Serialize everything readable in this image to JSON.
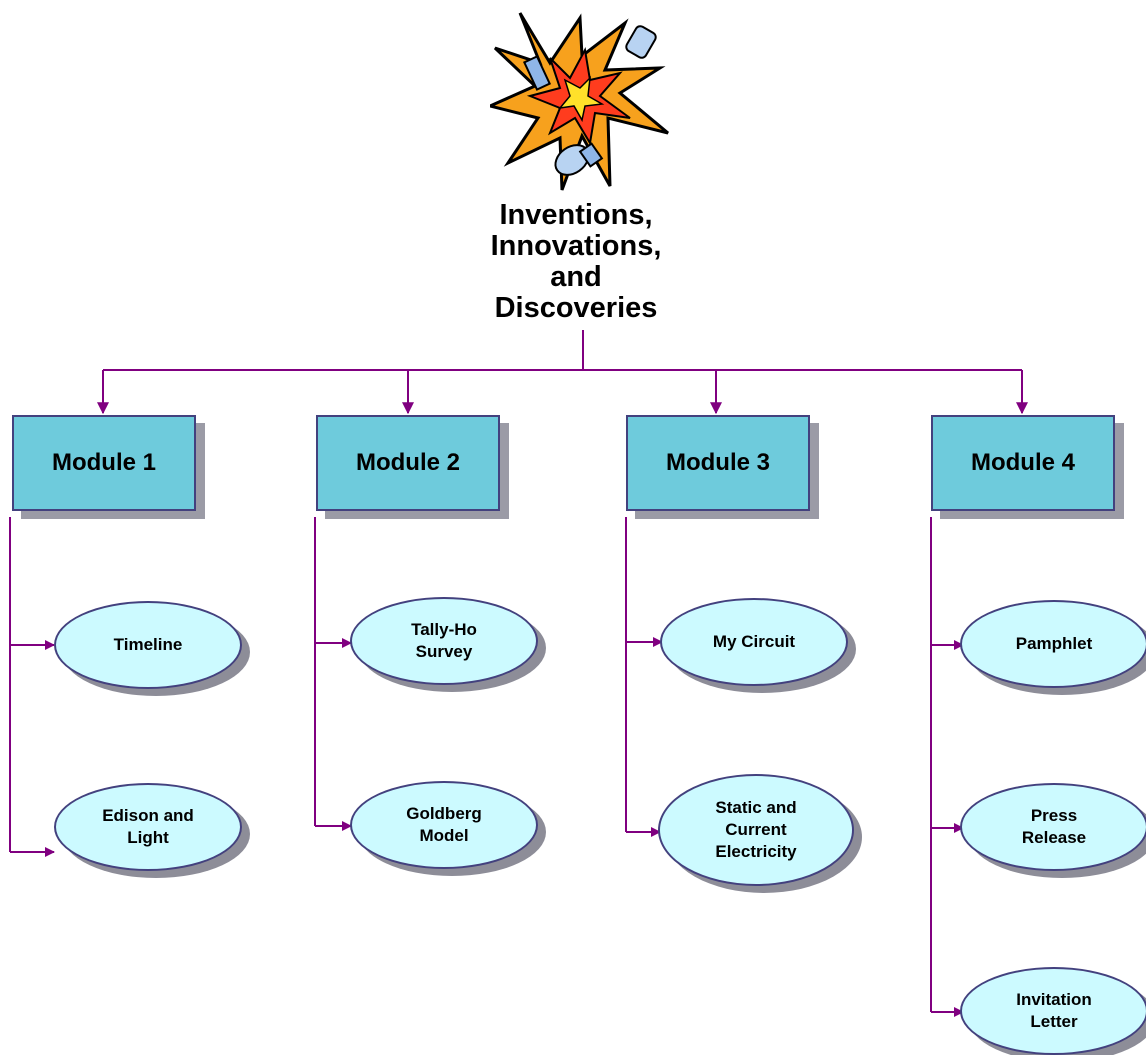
{
  "title": [
    "Inventions,",
    "Innovations,",
    "and",
    "Discoveries"
  ],
  "modules": [
    {
      "label": "Module 1",
      "items": [
        "Timeline",
        "Edison and\nLight"
      ]
    },
    {
      "label": "Module 2",
      "items": [
        "Tally-Ho\nSurvey",
        "Goldberg\nModel"
      ]
    },
    {
      "label": "Module 3",
      "items": [
        "My Circuit",
        "Static and\nCurrent\nElectricity"
      ]
    },
    {
      "label": "Module 4",
      "items": [
        "Pamphlet",
        "Press\nRelease",
        "Invitation\nLetter"
      ]
    }
  ],
  "colors": {
    "connector": "#800080",
    "module_fill": "#6ecbdc",
    "oval_fill": "#ccfaff",
    "border": "#43417e",
    "shadow": "#9b9ba6"
  },
  "icon": "explosion-clipart-icon"
}
